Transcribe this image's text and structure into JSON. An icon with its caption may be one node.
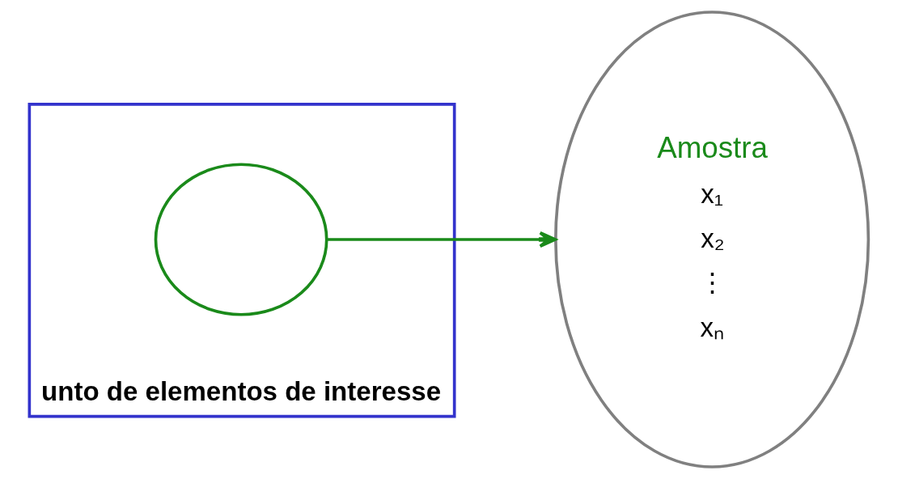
{
  "diagram": {
    "nodes": [
      {
        "text": [],
        "shape": "box",
        "beside": [
          "unto de elementos de interesse"
        ]
      },
      {
        "text": [],
        "shape": "blob",
        "in": 0
      },
      {
        "text": [
          "Amostra",
          "x₁",
          "x₂",
          "⋮",
          "xₙ"
        ]
      }
    ],
    "edges": [
      {
        "from": 1,
        "to": 2,
        "arrow": "to"
      }
    ]
  }
}
